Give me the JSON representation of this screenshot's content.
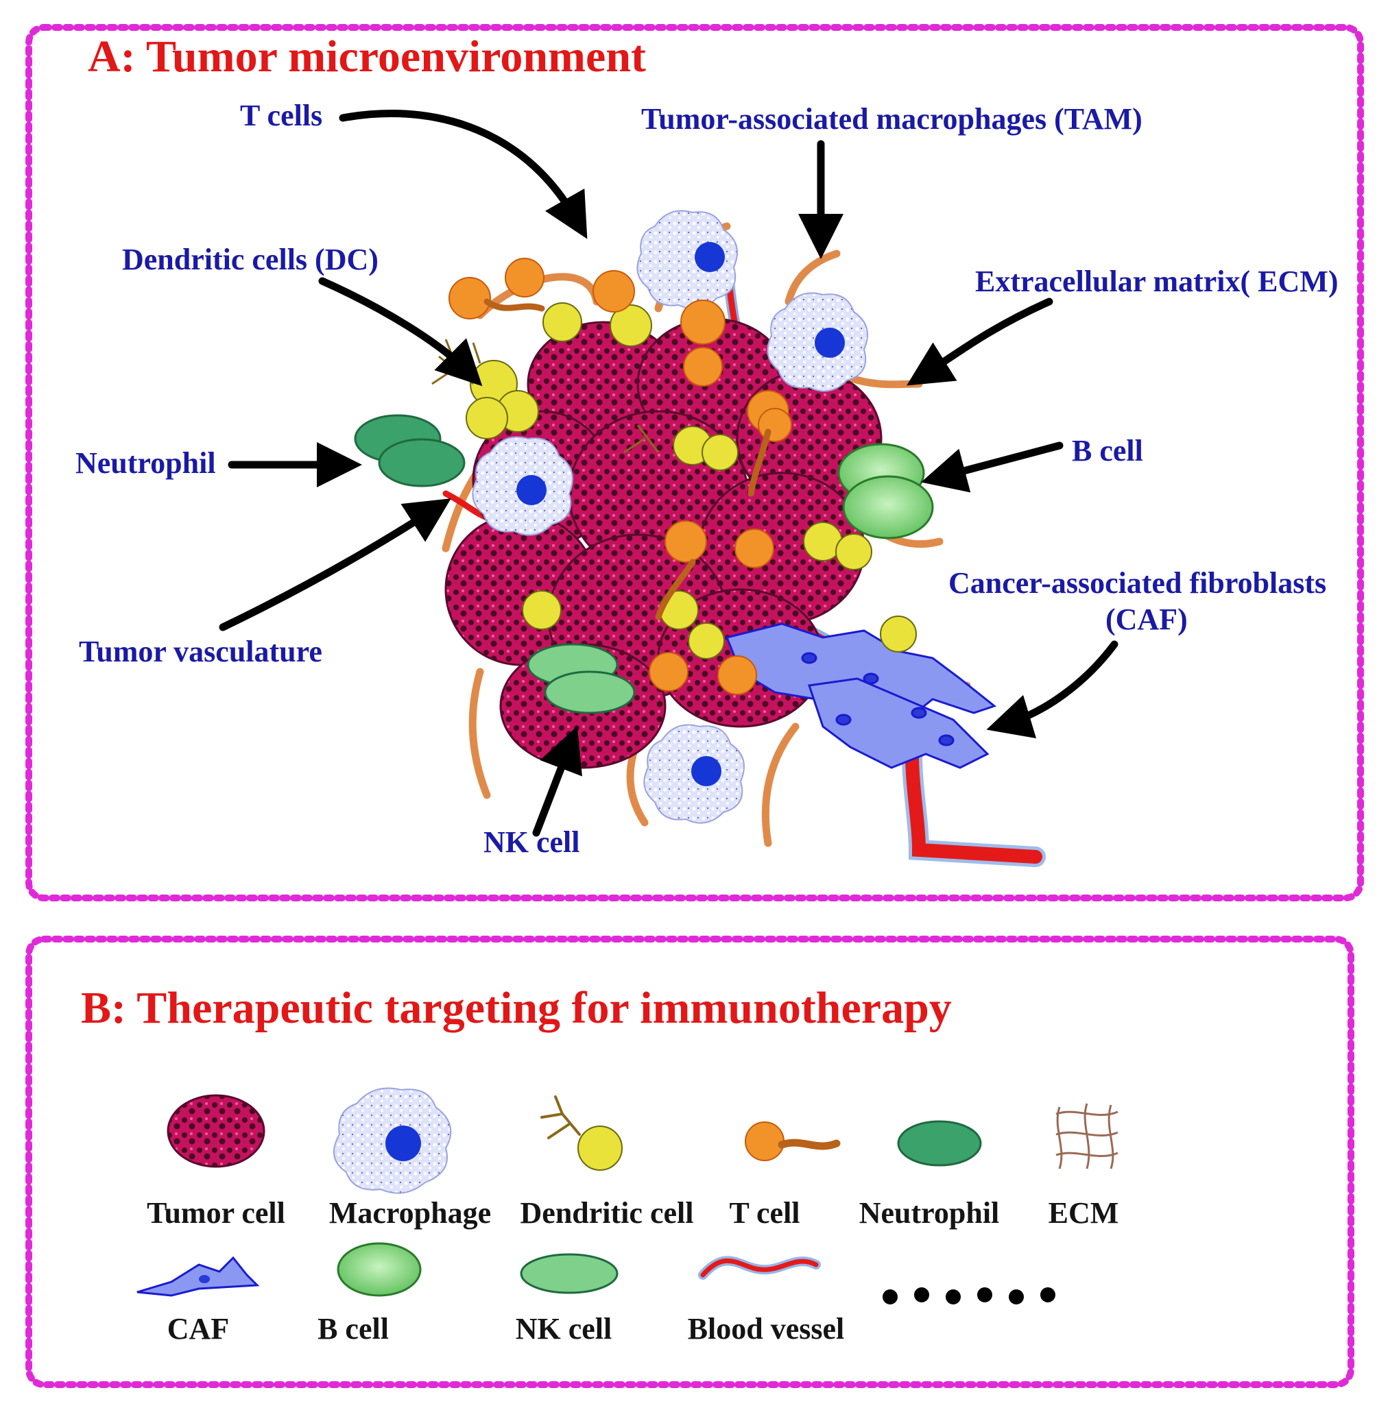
{
  "panel_a": {
    "title": "A: Tumor microenvironment",
    "labels": {
      "t_cells": "T cells",
      "tam": "Tumor-associated macrophages (TAM)",
      "dc": "Dendritic cells (DC)",
      "ecm": "Extracellular matrix( ECM)",
      "neutrophil": "Neutrophil",
      "b_cell": "B cell",
      "vasculature": "Tumor vasculature",
      "caf_line1": "Cancer-associated fibroblasts",
      "caf_line2": "(CAF)",
      "nk_cell": "NK cell"
    }
  },
  "panel_b": {
    "title": "B: Therapeutic targeting for immunotherapy",
    "legend_row1": [
      "Tumor cell",
      "Macrophage",
      "Dendritic cell",
      "T cell",
      "Neutrophil",
      "ECM"
    ],
    "legend_row2": [
      "CAF",
      "B cell",
      "NK cell",
      "Blood vessel"
    ],
    "ellipsis_dots": 6
  },
  "colors": {
    "frame_dots": "#e02ad8",
    "title": "#e21717",
    "label": "#1a1aa6",
    "tumor": "#c4125e",
    "tumor_spots": "#4a0a24",
    "macrophage": "#d7dbf5",
    "nucleus": "#1636d6",
    "dendritic": "#e8e23a",
    "t_cell": "#f2932a",
    "neutrophil": "#3aa26a",
    "b_cell": "#8fdc8a",
    "caf": "#7f8ff0",
    "ecm": "#e08a4a",
    "vessel": "#e41a1a"
  }
}
